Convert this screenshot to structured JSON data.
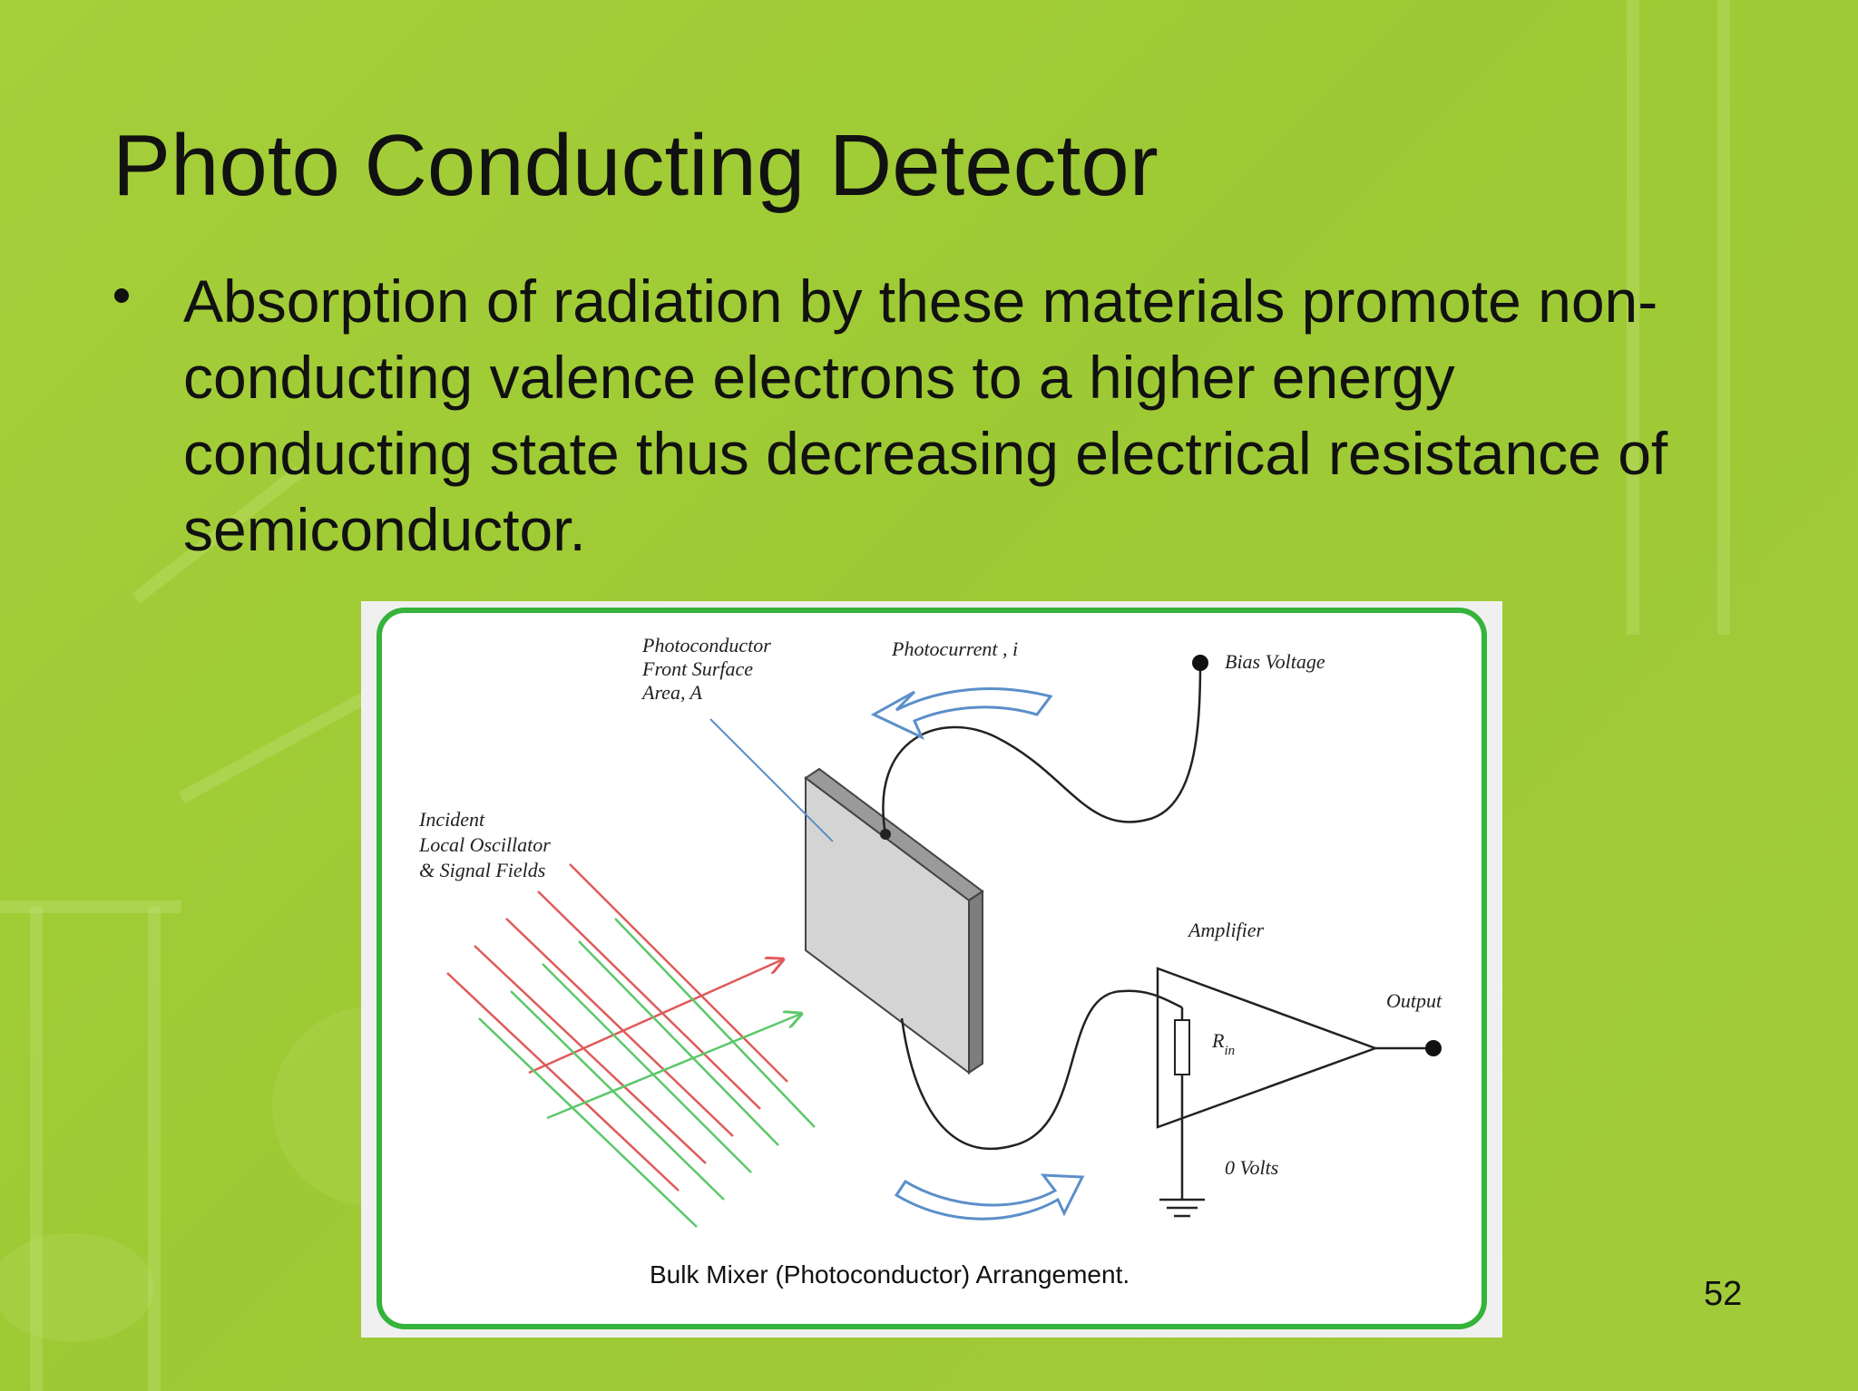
{
  "slide": {
    "title": "Photo Conducting Detector",
    "bullet_lines": [
      "Absorption of radiation by these materials promote non-",
      "conducting valence electrons to a higher energy",
      "conducting state thus decreasing electrical resistance of",
      "semiconductor."
    ],
    "slide_number": "52"
  },
  "figure": {
    "photoconductor_label": [
      "Photoconductor",
      "Front Surface",
      "Area, A"
    ],
    "photocurrent_label": "Photocurrent , i",
    "bias_voltage_label": "Bias Voltage",
    "incident_label": [
      "Incident",
      "Local Oscillator",
      "& Signal Fields"
    ],
    "amplifier_label": "Amplifier",
    "output_label": "Output",
    "rin_label": "R",
    "rin_subscript": "in",
    "zero_volts_label": "0 Volts",
    "caption": "Bulk Mixer (Photoconductor) Arrangement."
  },
  "colors": {
    "background": "#a2cb3a",
    "frame_green": "#35b33a",
    "red_field": "#e05a5a",
    "green_field": "#5cc86a",
    "blue_arrow": "#5b8fc9"
  }
}
